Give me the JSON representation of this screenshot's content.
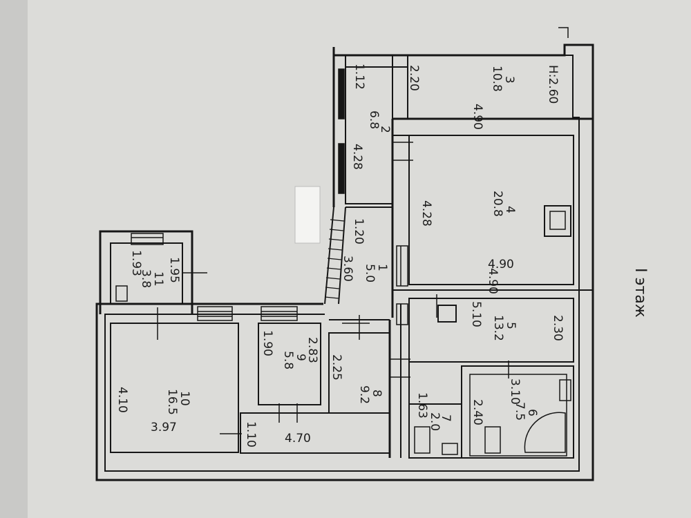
{
  "floor_title": "I этаж",
  "height_note": "H:2.60",
  "rooms": [
    {
      "id": "1",
      "area": "5.0",
      "dims": [
        "3.60"
      ]
    },
    {
      "id": "2",
      "area": "6.8",
      "dims": [
        "1.12",
        "4.28"
      ]
    },
    {
      "id": "3",
      "area": "10.8",
      "dims": [
        "2.20",
        "4.90"
      ]
    },
    {
      "id": "4",
      "area": "20.8",
      "dims": [
        "4.28",
        "4.90"
      ]
    },
    {
      "id": "5",
      "area": "13.2",
      "dims": [
        "5.10",
        "2.30"
      ]
    },
    {
      "id": "6",
      "area": "7.5",
      "dims": [
        "3.10",
        "2.40"
      ]
    },
    {
      "id": "7",
      "area": "2.0",
      "dims": [
        "1.63"
      ]
    },
    {
      "id": "8",
      "area": "9.2",
      "dims": [
        "2.25"
      ]
    },
    {
      "id": "9",
      "area": "5.8",
      "dims": [
        "1.90",
        "2.83"
      ]
    },
    {
      "id": "10",
      "area": "16.5",
      "dims": [
        "4.10",
        "3.97"
      ]
    },
    {
      "id": "11",
      "area": "3.8",
      "dims": [
        "1.93",
        "1.95"
      ]
    }
  ],
  "extra_dims": [
    "1.20",
    "4.90",
    "4.70",
    "1.10"
  ],
  "colors": {
    "paper": "#d9d9d6",
    "ink": "#161616"
  }
}
